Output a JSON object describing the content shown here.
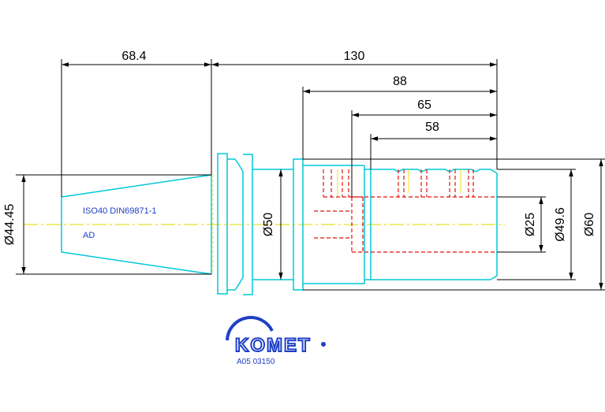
{
  "dimensions": {
    "top_left": "68.4",
    "top_right": "130",
    "d88": "88",
    "d65": "65",
    "d58": "58",
    "dia_left": "Ø44.45",
    "dia_50": "Ø50",
    "dia_25": "Ø25",
    "dia_49_6": "Ø49.6",
    "dia_60": "Ø60"
  },
  "labels": {
    "standard": "ISO40 DIN69871-1",
    "form": "AD"
  },
  "logo": {
    "brand": "KOMET",
    "part_number": "A05 03150"
  },
  "colors": {
    "outline": "#00c8d8",
    "dimension": "#000000",
    "hidden": "#e01010",
    "centerline": "#e8e020",
    "brand": "#1e3fc8"
  }
}
